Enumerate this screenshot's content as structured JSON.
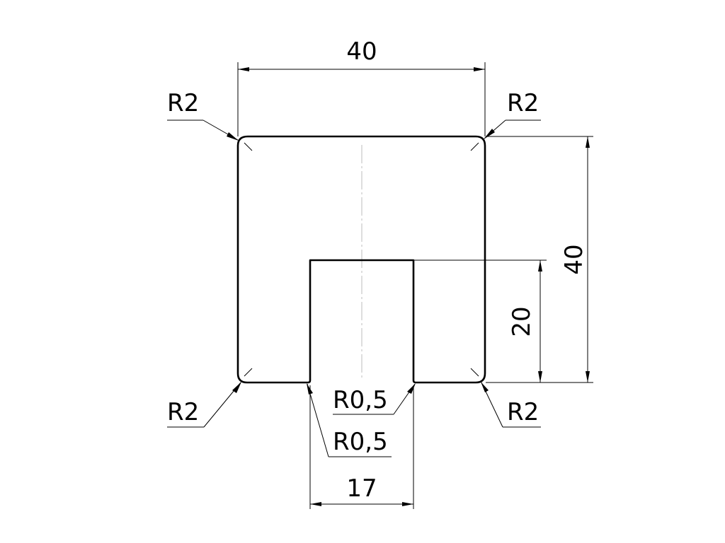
{
  "drawing": {
    "dimensions": {
      "top_width": "40",
      "right_height": "40",
      "slot_depth": "20",
      "slot_width": "17"
    },
    "radius_callouts": {
      "top_left": "R2",
      "top_right": "R2",
      "bottom_left": "R2",
      "bottom_right": "R2",
      "slot_right": "R0,5",
      "slot_left": "R0,5"
    }
  }
}
